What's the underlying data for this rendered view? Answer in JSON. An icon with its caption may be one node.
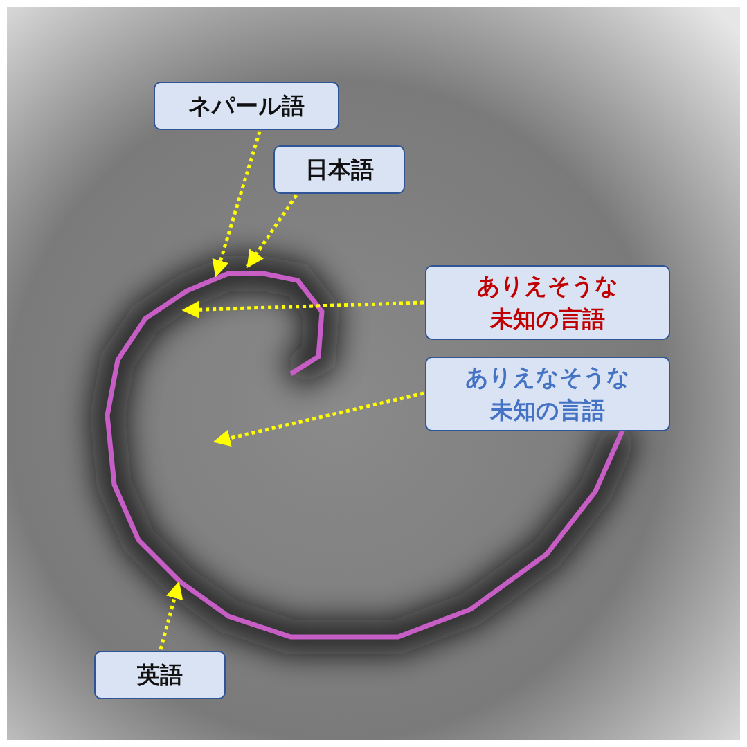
{
  "diagram": {
    "nodes": [
      {
        "text": [
          "ネパール語"
        ]
      },
      {
        "text": [
          "日本語"
        ]
      },
      {
        "text": [
          "ありえそうな未知の言語"
        ]
      },
      {
        "text": [
          "ありえなそうな未知の言語"
        ]
      },
      {
        "text": [
          "英語"
        ]
      }
    ],
    "edges": [
      {
        "from": 0,
        "to": null,
        "arrow": "to"
      },
      {
        "from": 1,
        "to": null,
        "arrow": "to"
      },
      {
        "from": 2,
        "to": null,
        "arrow": "to"
      },
      {
        "from": 3,
        "to": null,
        "arrow": "to"
      },
      {
        "from": 4,
        "to": null,
        "arrow": "to"
      }
    ]
  }
}
